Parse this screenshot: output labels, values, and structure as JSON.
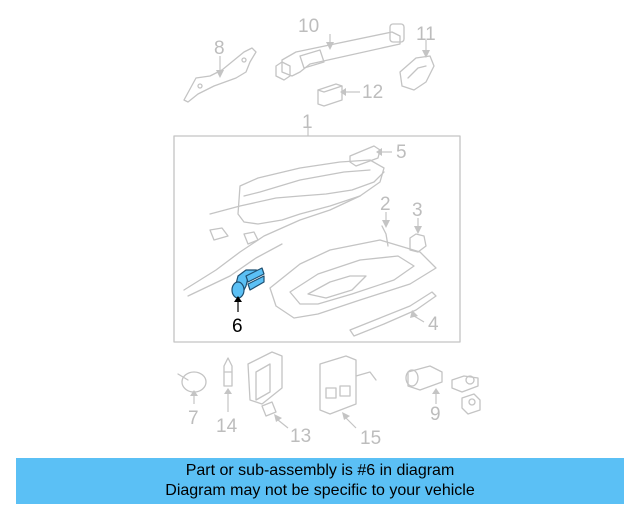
{
  "diagram": {
    "highlighted_part": "6",
    "callouts": [
      "10",
      "11",
      "8",
      "12",
      "1",
      "5",
      "2",
      "3",
      "4",
      "6",
      "7",
      "14",
      "13",
      "15",
      "9"
    ],
    "colors": {
      "highlight": "#5bc0f5",
      "part_stroke": "#c4c4c4",
      "active_label": "#000000",
      "inactive_label": "#bdbdbd"
    }
  },
  "banner": {
    "line1": "Part or sub-assembly is #6 in diagram",
    "line2": "Diagram may not be specific to your vehicle",
    "background": "#5bc0f5"
  }
}
